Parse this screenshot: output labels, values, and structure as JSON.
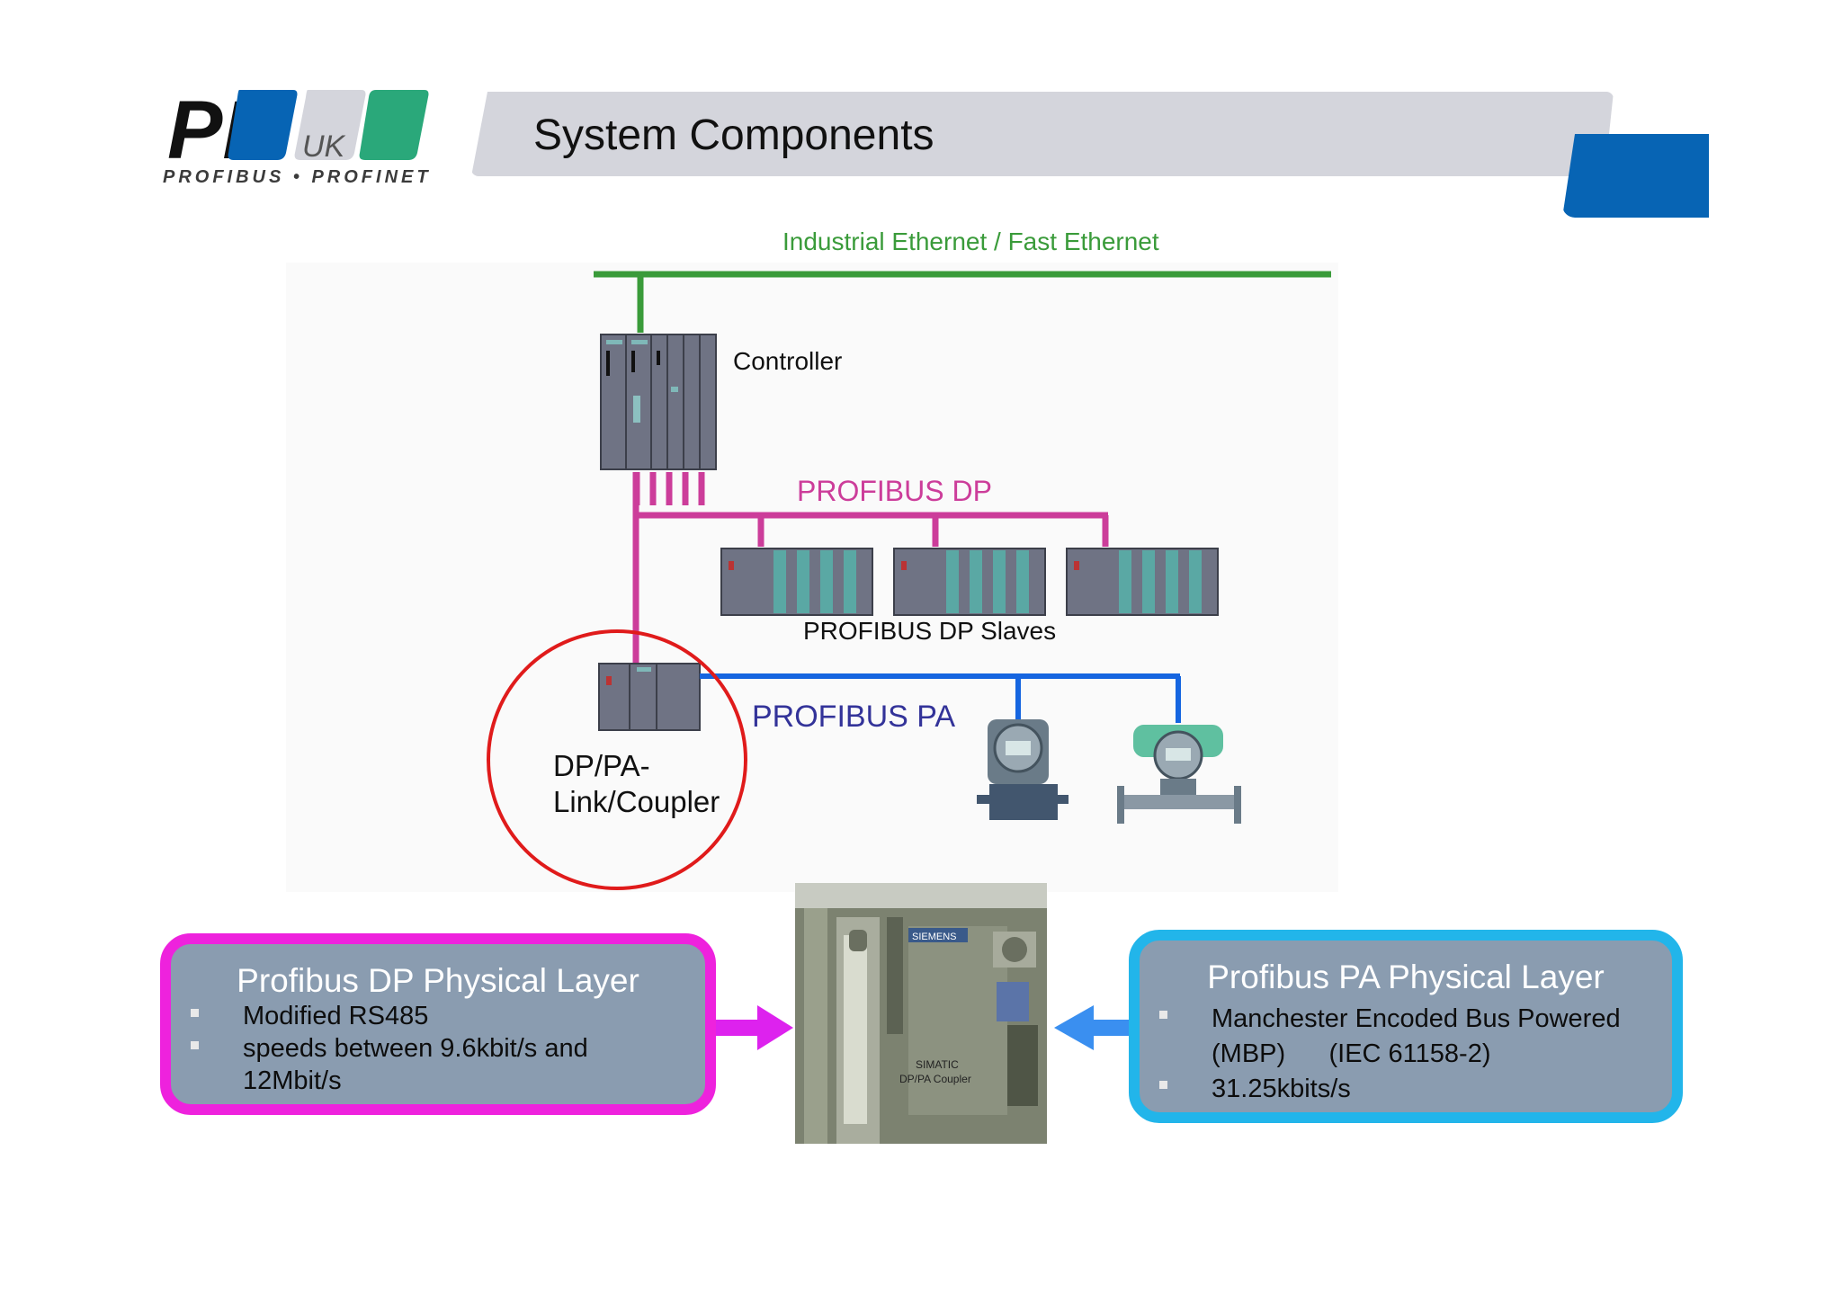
{
  "logo": {
    "letters": "PI",
    "badge": "UK",
    "subtitle": "PROFIBUS • PROFINET"
  },
  "title": "System Components",
  "diagram": {
    "ethernet_label": "Industrial Ethernet / Fast Ethernet",
    "controller_label": "Controller",
    "profibus_dp_label": "PROFIBUS DP",
    "dp_slaves_label": "PROFIBUS DP Slaves",
    "profibus_pa_label": "PROFIBUS PA",
    "coupler_label_line1": "DP/PA-",
    "coupler_label_line2": "Link/Coupler",
    "device_photo_text": {
      "brand": "SIEMENS",
      "product_line1": "SIMATIC",
      "product_line2": "DP/PA Coupler"
    }
  },
  "dp_box": {
    "heading": "Profibus DP Physical Layer",
    "bullets": [
      "Modified RS485",
      "speeds between 9.6kbit/s and",
      "12Mbit/s"
    ]
  },
  "pa_box": {
    "heading": "Profibus PA Physical Layer",
    "bullets": [
      "Manchester Encoded Bus Powered",
      "(MBP)      (IEC 61158-2)",
      "31.25kbits/s"
    ]
  },
  "colors": {
    "ethernet": "#3a9b3a",
    "profibus_dp": "#cc3d9a",
    "profibus_pa": "#1565e0",
    "highlight_circle": "#e01b1b",
    "title_bar": "#d4d5dc",
    "brand_blue": "#0764b4",
    "brand_green": "#2aa87a"
  }
}
